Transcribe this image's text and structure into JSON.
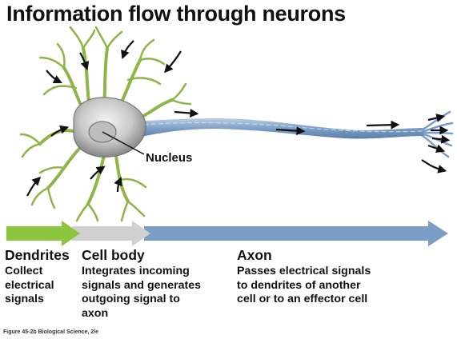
{
  "title": "Information flow through neurons",
  "labels": {
    "nucleus": "Nucleus"
  },
  "segments": [
    {
      "title": "Dendrites",
      "description": "Collect\nelectrical\nsignals",
      "color": "#8cc63f"
    },
    {
      "title": "Cell body",
      "description": "Integrates incoming\nsignals and generates\noutgoing signal to\naxon",
      "color": "#cfcfcf"
    },
    {
      "title": "Axon",
      "description": "Passes electrical signals\nto dendrites of another\ncell or to an effector cell",
      "color": "#7b9ec6"
    }
  ],
  "caption": "Figure 45-2b  Biological Science, 2/e"
}
